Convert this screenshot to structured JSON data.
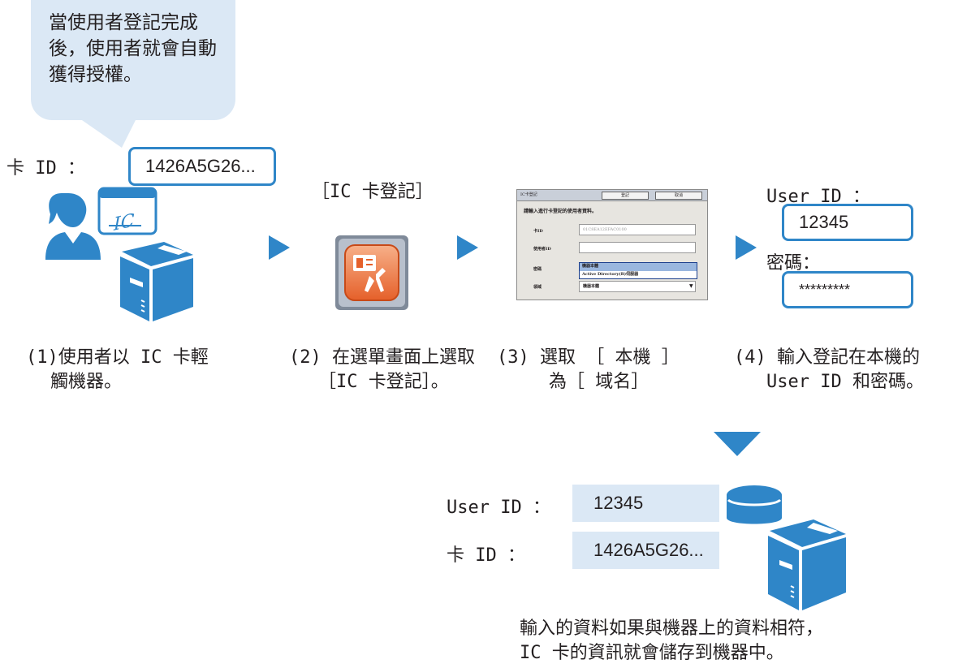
{
  "bubble": {
    "text": "當使用者登記完成後，使用者就會自動獲得授權。"
  },
  "card_id_label": "卡 ID ：",
  "card_id_value": "1426A5G26...",
  "ic_badge": "IC",
  "step2_title": "［IC 卡登記］",
  "panel": {
    "title": "IC卡登記",
    "register_button": "登記",
    "cancel_button": "取消",
    "instruction": "請輸入進行卡登記的使用者資料。",
    "card_id_label": "卡ID",
    "card_id_value": "01C8EA12EFAC0100",
    "user_id_label": "使用者ID",
    "password_label": "密碼",
    "domain_label": "領域",
    "options": [
      "機器本體",
      "Active Directory(R)伺服器"
    ],
    "domain_value": "機器本體"
  },
  "step4": {
    "user_id_label": "User ID ：",
    "user_id_value": "12345",
    "password_label": "密碼：",
    "password_value": "*********"
  },
  "captions": {
    "step1": [
      "(1)使用者以 IC 卡輕",
      "觸機器。"
    ],
    "step2": [
      "(2) 在選單畫面上選取",
      "［IC 卡登記］。"
    ],
    "step3": [
      "(3) 選取 ［ 本機 ］",
      "為［ 域名］"
    ],
    "step4": [
      "(4)  輸入登記在本機的",
      "User ID 和密碼。"
    ]
  },
  "result": {
    "user_id_label": "User ID ：",
    "user_id_value": "12345",
    "card_id_label": "卡 ID ：",
    "card_id_value": "1426A5G26...",
    "note": [
      "輸入的資料如果與機器上的資料相符，",
      "IC 卡的資訊就會儲存到機器中。"
    ]
  },
  "colors": {
    "accent": "#2f86c8",
    "bubble": "#dbe8f5",
    "text": "#231f20"
  }
}
